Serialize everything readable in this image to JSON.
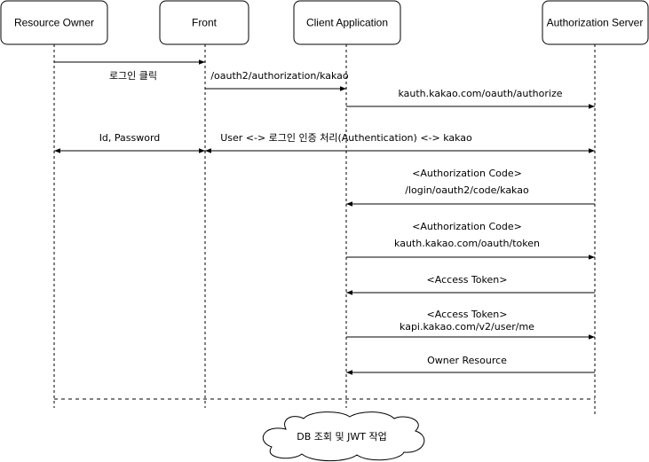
{
  "actors": [
    {
      "name": "Resource Owner"
    },
    {
      "name": "Front"
    },
    {
      "name": "Client Application"
    },
    {
      "name": "Authorization Server"
    }
  ],
  "messages": [
    {
      "label": "로그인 클릭",
      "from": 0,
      "to": 1
    },
    {
      "label": "/oauth2/authorization/kakao",
      "from": 1,
      "to": 2
    },
    {
      "label": "kauth.kakao.com/oauth/authorize",
      "from": 2,
      "to": 3
    },
    {
      "label": "Id, Password",
      "from": 0,
      "to": 1,
      "bidirectional": true
    },
    {
      "label": "User <-> 로그인 인증 처리(Authentication) <-> kakao",
      "from": 1,
      "to": 3,
      "bidirectional": true
    },
    {
      "label": "<Authorization Code>",
      "label2": "/login/oauth2/code/kakao",
      "from": 3,
      "to": 2
    },
    {
      "label": "<Authorization Code>",
      "label2": "kauth.kakao.com/oauth/token",
      "from": 2,
      "to": 3
    },
    {
      "label": "<Access Token>",
      "from": 3,
      "to": 2
    },
    {
      "label": "<Access Token>",
      "label2": "kapi.kakao.com/v2/user/me",
      "from": 2,
      "to": 3
    },
    {
      "label": "Owner Resource",
      "from": 3,
      "to": 2
    }
  ],
  "note": {
    "label": "DB  조회 및 JWT 작업"
  }
}
